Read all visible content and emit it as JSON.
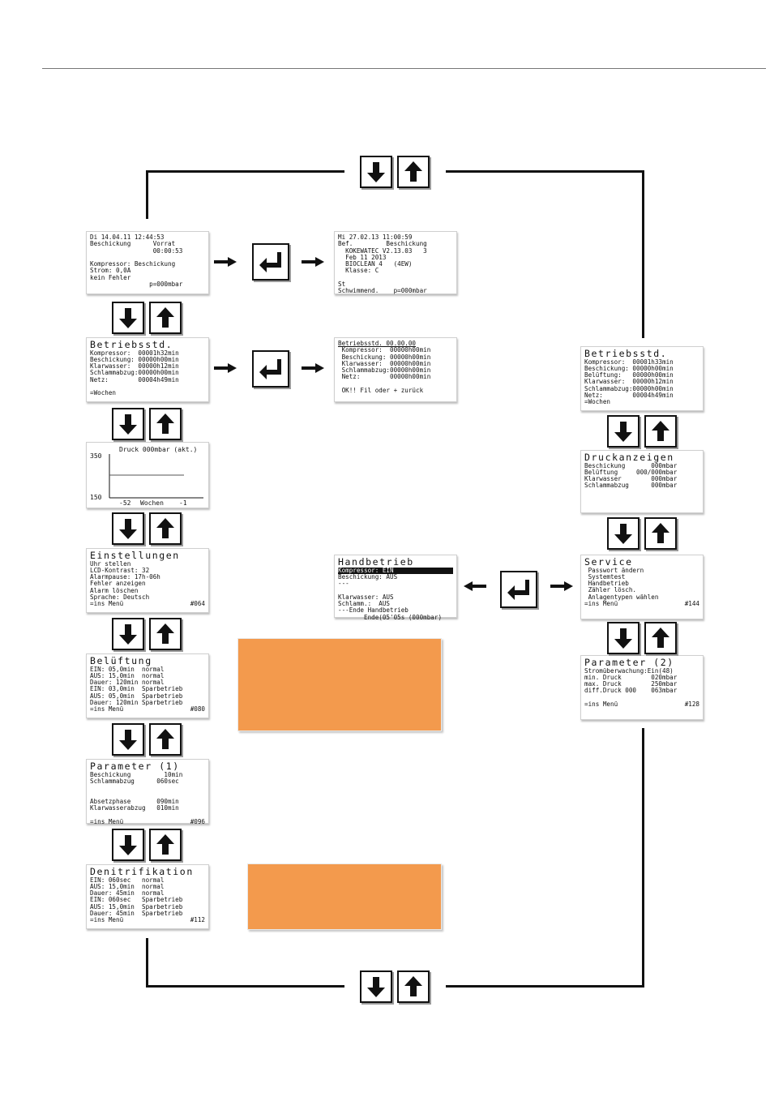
{
  "screens": {
    "status": {
      "lines": [
        "Di 14.04.11 12:44:53",
        "Beschickung      Vorrat",
        "                 00:00:53",
        " ",
        "Kompressor: Beschickung",
        "Strom: 0,0A",
        "kein Fehler",
        "                p=000mbar"
      ]
    },
    "version": {
      "lines": [
        "Mi 27.02.13 11:00:59",
        "Bef.         Beschickung",
        "  KOKEWATEC V2.13.03   3",
        "  Feb 11 2013",
        "  BIOCLEAN 4   (4EW)",
        "  Klasse: C",
        " ",
        "St",
        "Schwimmend.    p=000mbar"
      ]
    },
    "betriebsstd_left": {
      "title": "Betriebsstd.",
      "lines": [
        "Kompressor:  00001h32min",
        "Beschickung: 00000h00min",
        "Klarwasser:  00000h12min",
        "Schlammabzug:00000h00min",
        "Netz:        00004h49min",
        " ",
        "=Wochen"
      ]
    },
    "betriebsstd_reset": {
      "lines": [
        "Betriebsstd. 00.00.00",
        " Kompressor:  00000h00min",
        " Beschickung: 00000h00min",
        " Klarwasser:  00000h00min",
        " Schlammabzug:00000h00min",
        " Netz:        00000h00min",
        " ",
        " OK!! Fil oder + zurück"
      ]
    },
    "chart": {
      "title": "Druck 000mbar (akt.)",
      "y_top": "350",
      "y_bottom": "150",
      "x_left": "-52",
      "x_mid": "Wochen",
      "x_right": "-1"
    },
    "einstellungen": {
      "title": "Einstellungen",
      "lines": [
        "Uhr stellen",
        "LCD-Kontrast: 32",
        "Alarmpause: 17h-06h",
        "Fehler anzeigen",
        "Alarm löschen",
        "Sprache: Deutsch"
      ],
      "footer_left": "=ins Menü",
      "footer_right": "#064"
    },
    "belueftung": {
      "title": "Belüftung",
      "lines": [
        "EIN: 05,0min  normal",
        "AUS: 15,0min  normal",
        "Dauer: 120min normal",
        "EIN: 03,0min  Sparbetrieb",
        "AUS: 05,0min  Sparbetrieb",
        "Dauer: 120min Sparbetrieb"
      ],
      "footer_left": "=ins Menü",
      "footer_right": "#080"
    },
    "parameter1": {
      "title": "Parameter (1)",
      "lines": [
        "Beschickung         10min",
        "Schlammabzug      060sec",
        " ",
        " ",
        "Absetzphase       090min",
        "Klarwasserabzug   010min",
        " "
      ],
      "footer_left": "=ins Menü",
      "footer_right": "#096"
    },
    "denitrifikation": {
      "title": "Denitrifikation",
      "lines": [
        "EIN: 060sec   normal",
        "AUS: 15,0min  normal",
        "Dauer: 45min  normal",
        "EIN: 060sec   Sparbetrieb",
        "AUS: 15,0min  Sparbetrieb",
        "Dauer: 45min  Sparbetrieb"
      ],
      "footer_left": "=ins Menü",
      "footer_right": "#112"
    },
    "betriebsstd_right": {
      "title": "Betriebsstd.",
      "lines": [
        "Kompressor:  00001h33min",
        "Beschickung: 00000h00min",
        "Belüftung:   00000h00min",
        "Klarwasser:  00000h12min",
        "Schlammabzug:00000h00min",
        "Netz:        00004h49min",
        "=Wochen"
      ]
    },
    "druckanzeigen": {
      "title": "Druckanzeigen",
      "lines": [
        "Beschickung       000mbar",
        "Belüftung     000/000mbar",
        "Klarwasser        000mbar",
        "Schlammabzug      000mbar"
      ]
    },
    "service": {
      "title": "Service",
      "lines": [
        " Passwort ändern",
        " Systemtest",
        " Handbetrieb",
        " Zähler lösch.",
        " Anlagentypen wählen"
      ],
      "footer_left": "=ins Menü",
      "footer_right": "#144"
    },
    "parameter2": {
      "title": "Parameter (2)",
      "lines": [
        "Stromüberwachung:Ein(48)",
        "min. Druck        020mbar",
        "max. Druck        250mbar",
        "diff.Druck 000    063mbar",
        " "
      ],
      "footer_left": "=ins Menü",
      "footer_right": "#128"
    },
    "handbetrieb": {
      "title": "Handbetrieb",
      "selected": "Kompressor: EIN",
      "lines": [
        "Beschickung: AUS",
        "---",
        " ",
        "Klarwasser: AUS",
        "Schlamm.:  AUS",
        "---Ende Handbetrieb",
        "       Ende(05'05s (000mbar)"
      ]
    }
  },
  "colors": {
    "note_fill": "#f39a4d",
    "line": "#111111",
    "lcd_border": "#cfcfcf"
  },
  "icons": {
    "down": "arrow-down-key-icon",
    "up": "arrow-up-key-icon",
    "enter": "enter-key-icon"
  }
}
